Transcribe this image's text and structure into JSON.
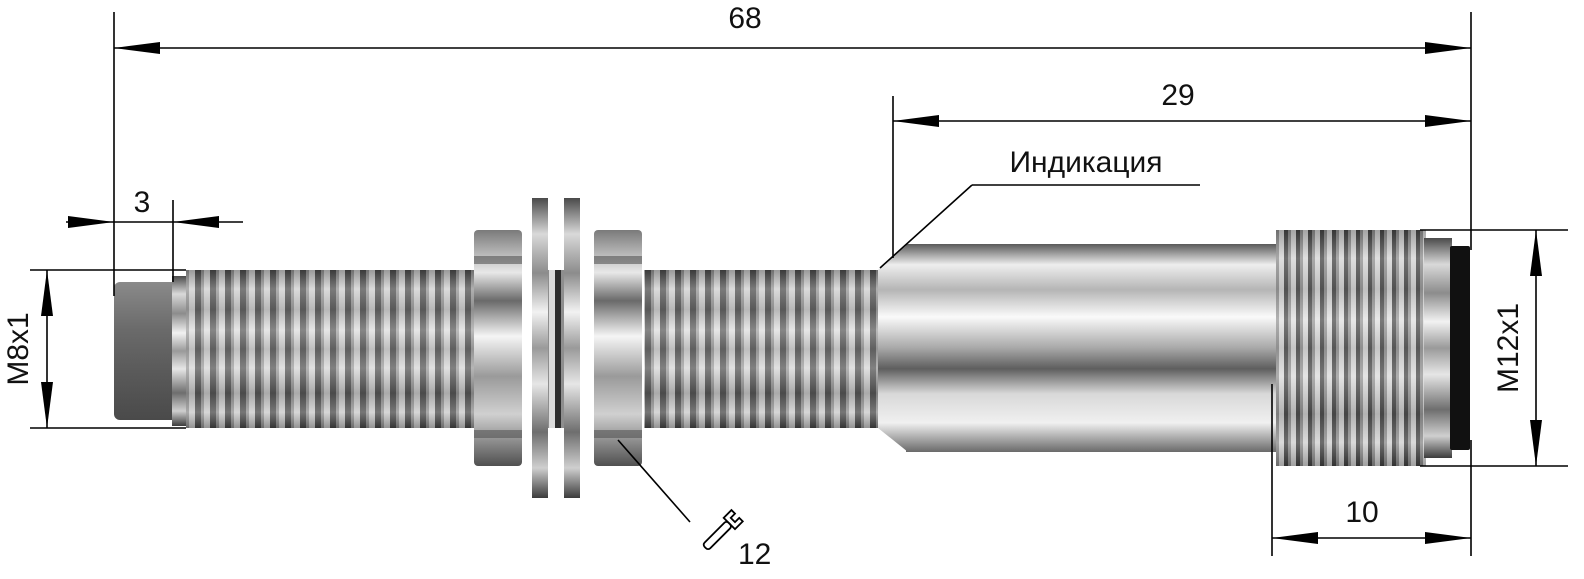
{
  "dimensions": {
    "overall_length": "68",
    "indicator_to_end": "29",
    "sensing_face_length": "3",
    "connector_length": "10",
    "wrench_size": "12",
    "front_thread": "M8x1",
    "connector_thread": "M12x1"
  },
  "labels": {
    "indication": "Индикация"
  },
  "icons": {
    "wrench": "wrench-icon"
  },
  "colors": {
    "line": "#000000",
    "metal_dark": "#3a3a3a",
    "metal_light": "#f4f4f4",
    "sensing_cap": "#6b6b6b",
    "connector_seal": "#111111"
  }
}
